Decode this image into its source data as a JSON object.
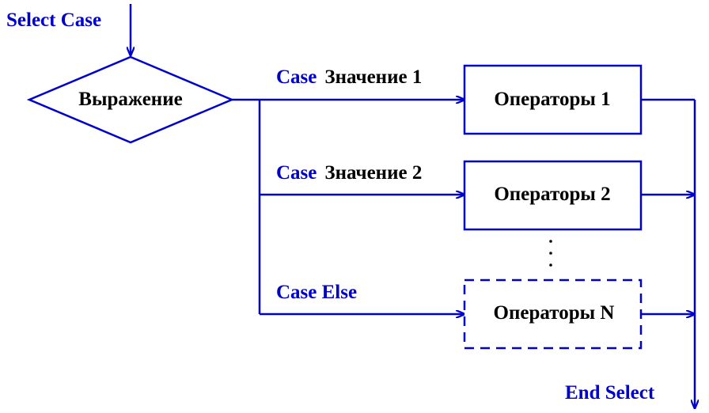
{
  "colors": {
    "keyword": "#0000cc",
    "line": "#0000cc",
    "text": "#000000"
  },
  "start_label": "Select Case",
  "end_label": "End Select",
  "decision": "Выражение",
  "branches": [
    {
      "keyword": "Case",
      "value": "Значение 1",
      "block": "Операторы 1",
      "style": "solid"
    },
    {
      "keyword": "Case",
      "value": "Значение 2",
      "block": "Операторы 2",
      "style": "solid"
    },
    {
      "keyword": "Case Else",
      "value": "",
      "block": "Операторы N",
      "style": "dashed"
    }
  ],
  "ellipsis": "⋮"
}
